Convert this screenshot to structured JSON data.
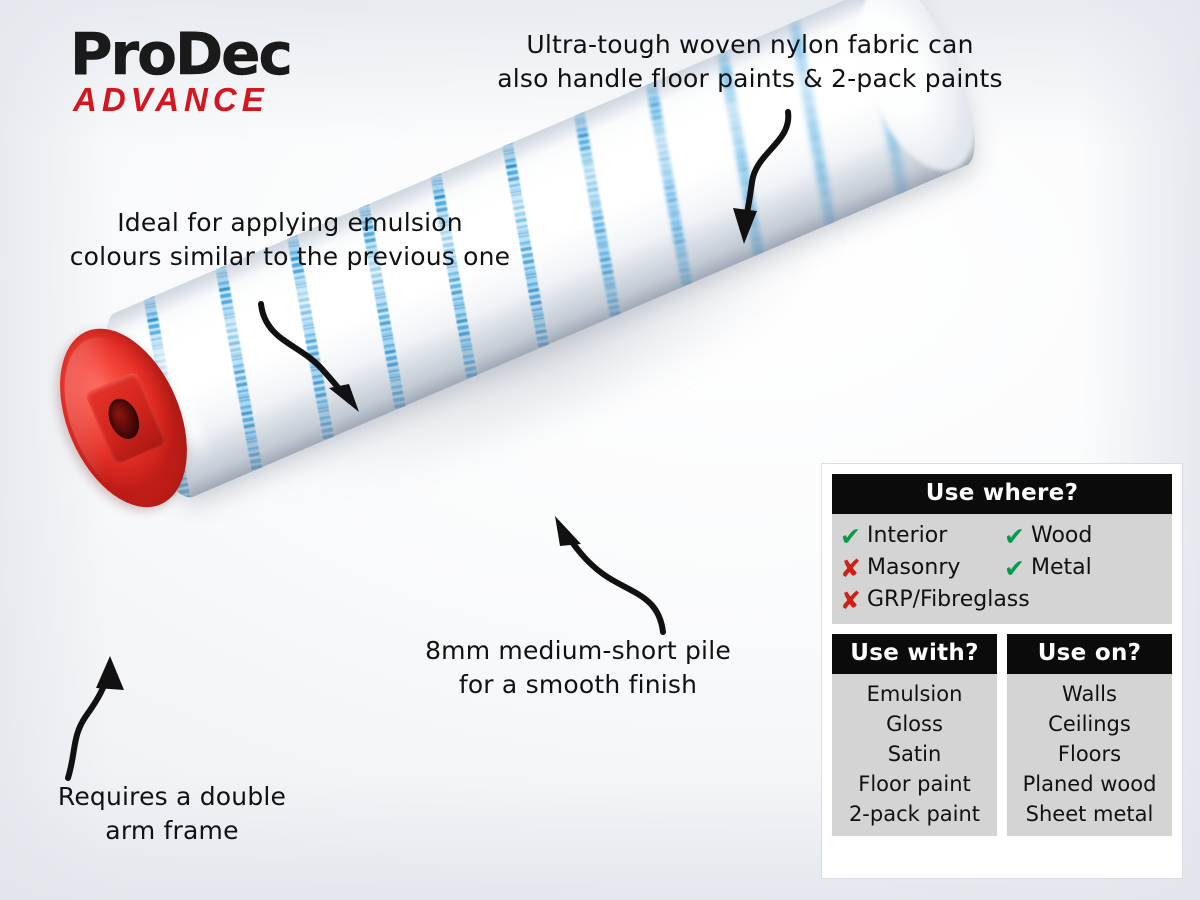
{
  "brand": {
    "name": "ProDec",
    "range": "ADVANCE",
    "logo_black": "#1a1a1a",
    "logo_red": "#d3161f"
  },
  "callouts": [
    {
      "id": "nylon",
      "text": "Ultra-tough woven nylon fabric can\nalso handle floor paints & 2-pack paints"
    },
    {
      "id": "emulsion",
      "text": "Ideal for applying emulsion\ncolours similar to the previous one"
    },
    {
      "id": "pile",
      "text": "8mm medium-short pile\nfor a smooth finish"
    },
    {
      "id": "frame",
      "text": "Requires a double\narm frame"
    }
  ],
  "product": {
    "type": "paint-roller-sleeve",
    "fabric_colour": "#ffffff",
    "stripe_colour": "#1f97e0",
    "endcap_colour": "#e22d24"
  },
  "info_panel": {
    "use_where": {
      "title": "Use where?",
      "items": [
        {
          "mark": "yes",
          "glyph": "✔",
          "label": "Interior"
        },
        {
          "mark": "yes",
          "glyph": "✔",
          "label": "Wood"
        },
        {
          "mark": "no",
          "glyph": "✘",
          "label": "Masonry"
        },
        {
          "mark": "yes",
          "glyph": "✔",
          "label": "Metal"
        },
        {
          "mark": "no",
          "glyph": "✘",
          "label": "GRP/Fibreglass"
        }
      ]
    },
    "use_with": {
      "title": "Use with?",
      "items": [
        "Emulsion",
        "Gloss",
        "Satin",
        "Floor paint",
        "2-pack paint"
      ]
    },
    "use_on": {
      "title": "Use on?",
      "items": [
        "Walls",
        "Ceilings",
        "Floors",
        "Planed wood",
        "Sheet metal"
      ]
    },
    "colors": {
      "header_bg": "#0b0b0b",
      "header_text": "#ffffff",
      "body_bg": "#d4d4d4",
      "tick": "#089c4a",
      "cross": "#cf2018"
    }
  }
}
